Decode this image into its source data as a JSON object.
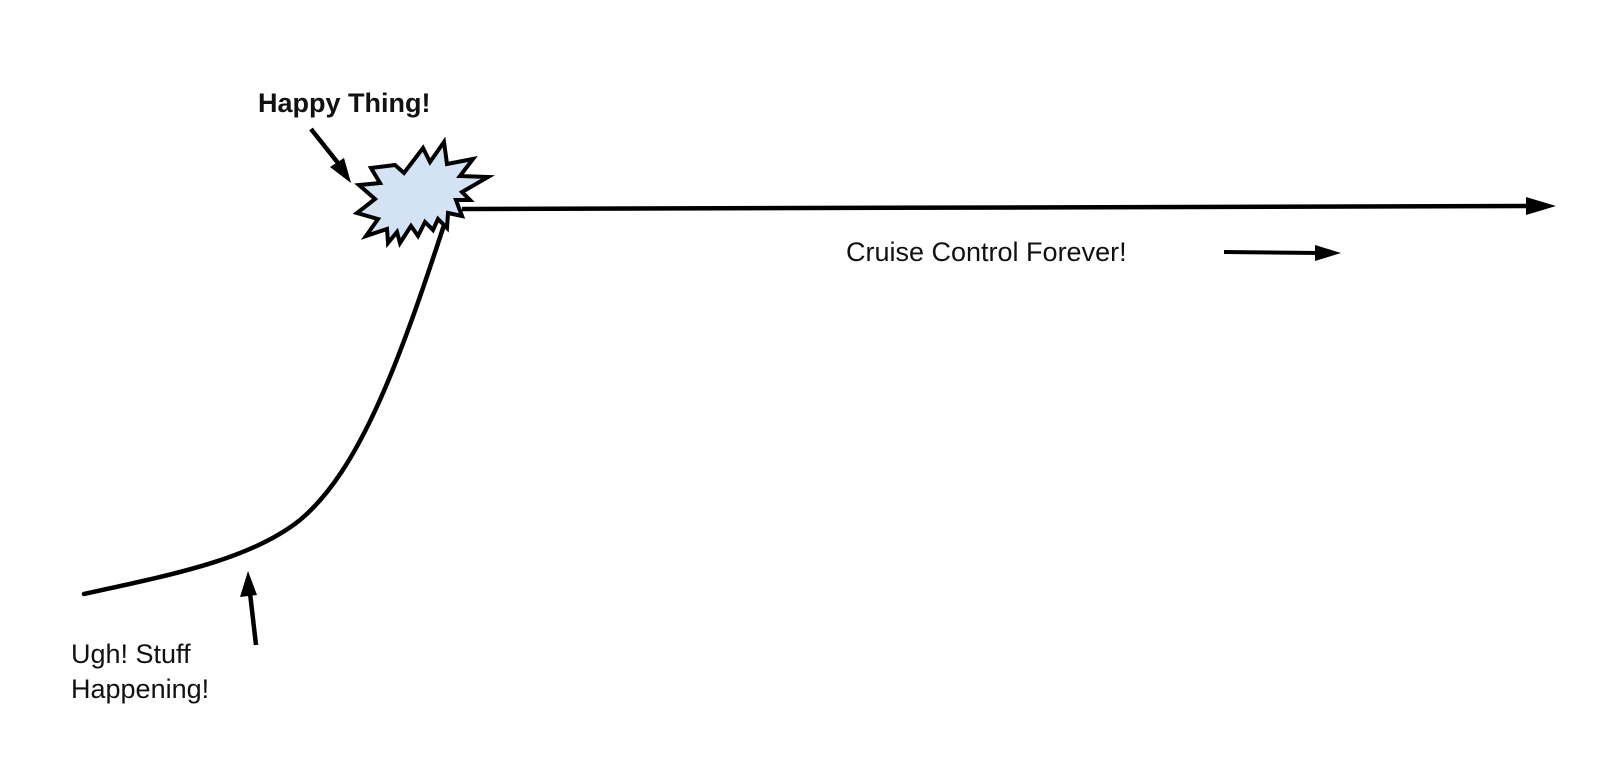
{
  "diagram": {
    "title": "",
    "annotations": {
      "happy_thing": "Happy Thing!",
      "cruise_control": "Cruise Control Forever!",
      "ugh_line1": "Ugh! Stuff",
      "ugh_line2": "Happening!"
    },
    "nodes": [
      {
        "id": "struggle-curve",
        "type": "curve",
        "meaning": "slow rise then steep climb"
      },
      {
        "id": "happy-thing-burst",
        "type": "explosion-burst",
        "label_ref": "happy_thing"
      },
      {
        "id": "cruise-line",
        "type": "arrow-line",
        "label_ref": "cruise_control"
      }
    ],
    "colors": {
      "stroke": "#000000",
      "burst_fill": "#d3e3f3",
      "text": "#111111",
      "background": "#ffffff"
    }
  }
}
